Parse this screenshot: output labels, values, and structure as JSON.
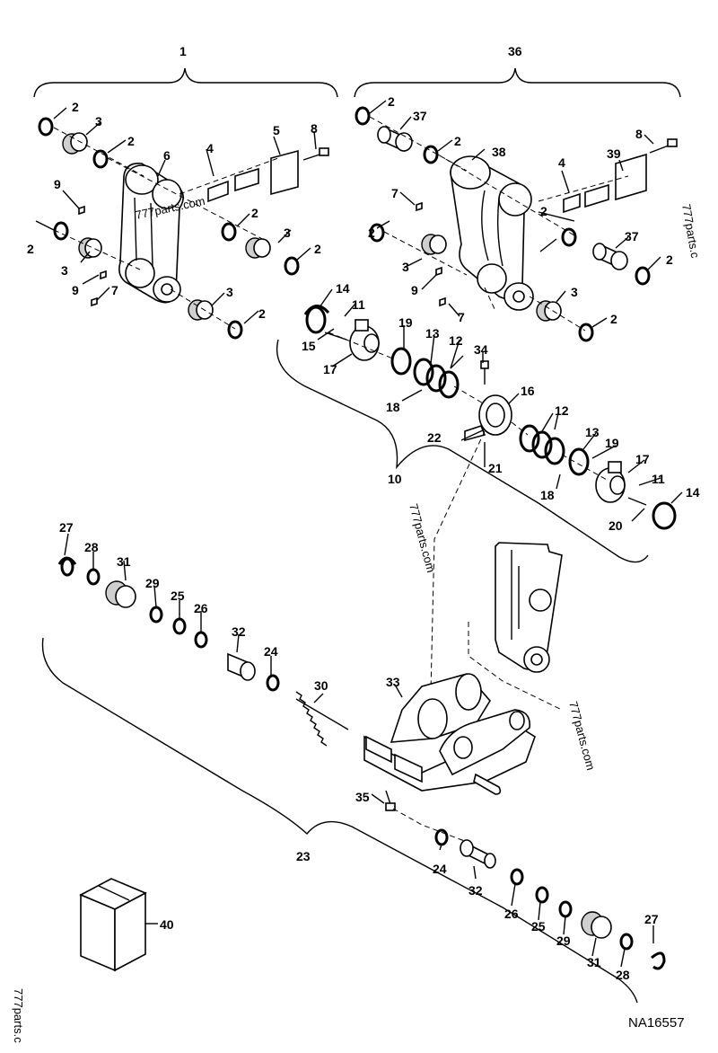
{
  "diagram_code": "NA16557",
  "watermark": "777parts.com",
  "watermark_clipped_right": "777parts.c",
  "watermark_clipped_bottom": "777parts.c",
  "callouts": {
    "c1": "1",
    "c36": "36",
    "c2a": "2",
    "c3a": "3",
    "c2b": "2",
    "c6": "6",
    "c4a": "4",
    "c5": "5",
    "c8a": "8",
    "c9a": "9",
    "c2c": "2",
    "c2d": "2",
    "c3b": "3",
    "c3c": "3",
    "c2e": "2",
    "c9b": "9",
    "c7a": "7",
    "c3d": "3",
    "c2f": "2",
    "c2g": "2",
    "c37a": "37",
    "c2h": "2",
    "c38": "38",
    "c4b": "4",
    "c8b": "8",
    "c39": "39",
    "c7b": "7",
    "c2i": "2",
    "c2j": "2",
    "c3e": "3",
    "c37b": "37",
    "c2k": "2",
    "c9c": "9",
    "c3f": "3",
    "c7c": "7",
    "c2l": "2",
    "c14a": "14",
    "c11a": "11",
    "c15": "15",
    "c17a": "17",
    "c19a": "19",
    "c13a": "13",
    "c12a": "12",
    "c34": "34",
    "c18a": "18",
    "c16": "16",
    "c12b": "12",
    "c13b": "13",
    "c19b": "19",
    "c22": "22",
    "c21": "21",
    "c17b": "17",
    "c11b": "11",
    "c14b": "14",
    "c18b": "18",
    "c20": "20",
    "c10": "10",
    "c27a": "27",
    "c28a": "28",
    "c31a": "31",
    "c29a": "29",
    "c25a": "25",
    "c26a": "26",
    "c32a": "32",
    "c24a": "24",
    "c30": "30",
    "c33": "33",
    "c35": "35",
    "c23": "23",
    "c24b": "24",
    "c32b": "32",
    "c26b": "26",
    "c25b": "25",
    "c29b": "29",
    "c27b": "27",
    "c31b": "31",
    "c28b": "28",
    "c40": "40"
  }
}
